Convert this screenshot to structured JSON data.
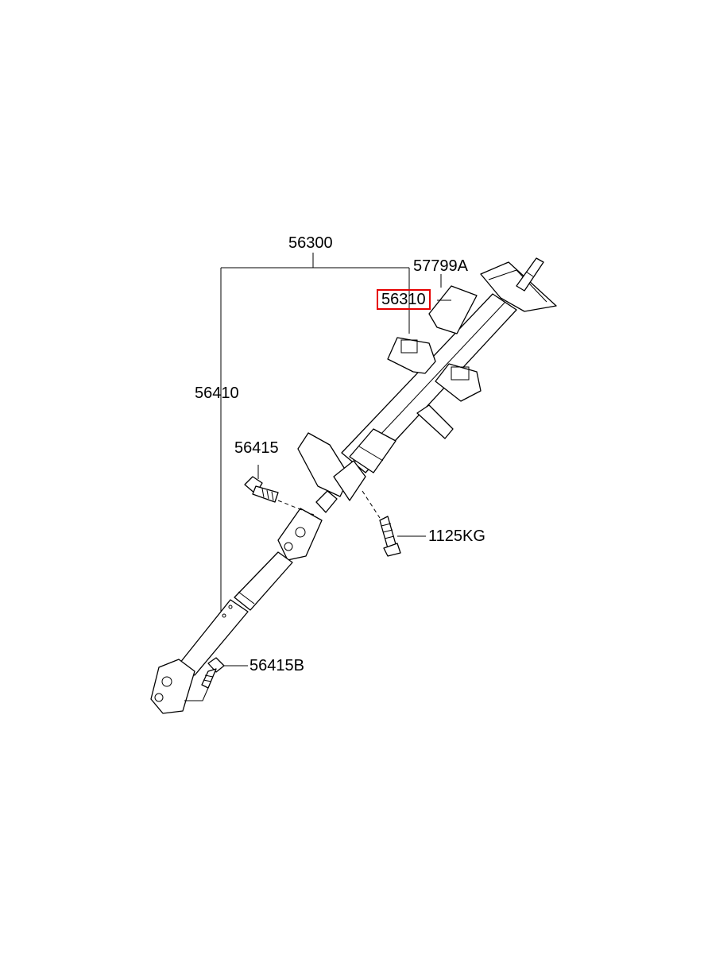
{
  "diagram": {
    "highlight_color": "#e60000",
    "parts": [
      {
        "id": "p56300",
        "number": "56300"
      },
      {
        "id": "p57799A",
        "number": "57799A"
      },
      {
        "id": "p56310",
        "number": "56310",
        "highlighted": true
      },
      {
        "id": "p56410",
        "number": "56410"
      },
      {
        "id": "p56415",
        "number": "56415"
      },
      {
        "id": "p1125KG",
        "number": "1125KG"
      },
      {
        "id": "p56415B",
        "number": "56415B"
      }
    ]
  }
}
